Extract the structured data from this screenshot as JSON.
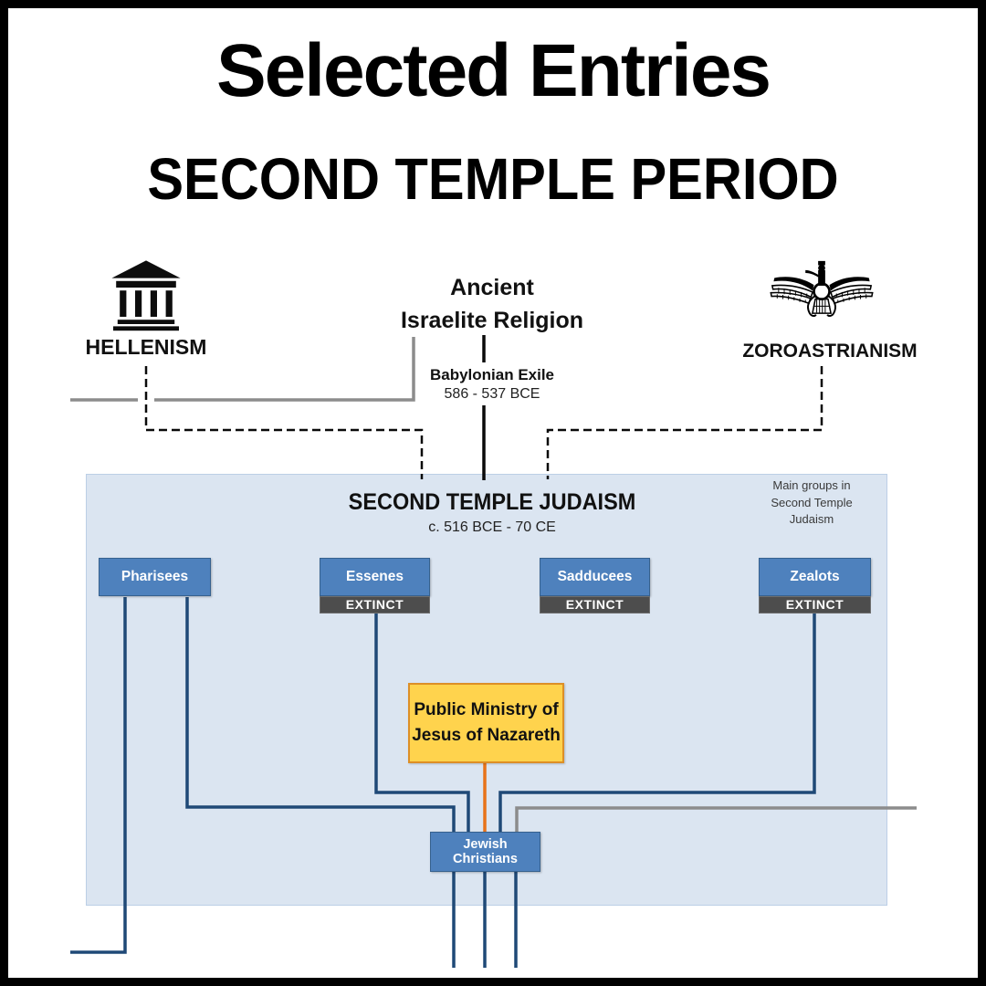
{
  "page": {
    "title": "Selected Entries",
    "subtitle": "SECOND TEMPLE PERIOD"
  },
  "origins": {
    "hellenism": {
      "label": "HELLENISM",
      "icon": "greek-temple"
    },
    "ancient_israelite": {
      "line1": "Ancient",
      "line2": "Israelite Religion"
    },
    "zoroastrianism": {
      "label": "ZOROASTRIANISM",
      "icon": "faravahar"
    }
  },
  "exile": {
    "label": "Babylonian Exile",
    "dates": "586 - 537 BCE"
  },
  "second_temple": {
    "title": "SECOND TEMPLE JUDAISM",
    "dates": "c. 516 BCE - 70 CE",
    "note_lines": [
      "Main groups in",
      "Second Temple",
      "Judaism"
    ],
    "extinct_label": "EXTINCT",
    "groups": [
      {
        "name": "Pharisees",
        "extinct": false
      },
      {
        "name": "Essenes",
        "extinct": true
      },
      {
        "name": "Sadducees",
        "extinct": true
      },
      {
        "name": "Zealots",
        "extinct": true
      }
    ]
  },
  "ministry": {
    "line1": "Public Ministry of",
    "line2": "Jesus of Nazareth"
  },
  "jewish_christians": {
    "label": "Jewish Christians"
  },
  "colors": {
    "navy_line": "#1F4977",
    "gray_line": "#8C8C8C",
    "orange_line": "#E8731A",
    "black_line": "#0A0A0A",
    "group_box_fill": "#4E81BD",
    "group_box_border": "#36618E",
    "extinct_fill": "#4D4D4D",
    "panel_fill": "#DBE5F1",
    "ministry_fill": "#FFD34D",
    "ministry_border": "#DD8F27"
  }
}
